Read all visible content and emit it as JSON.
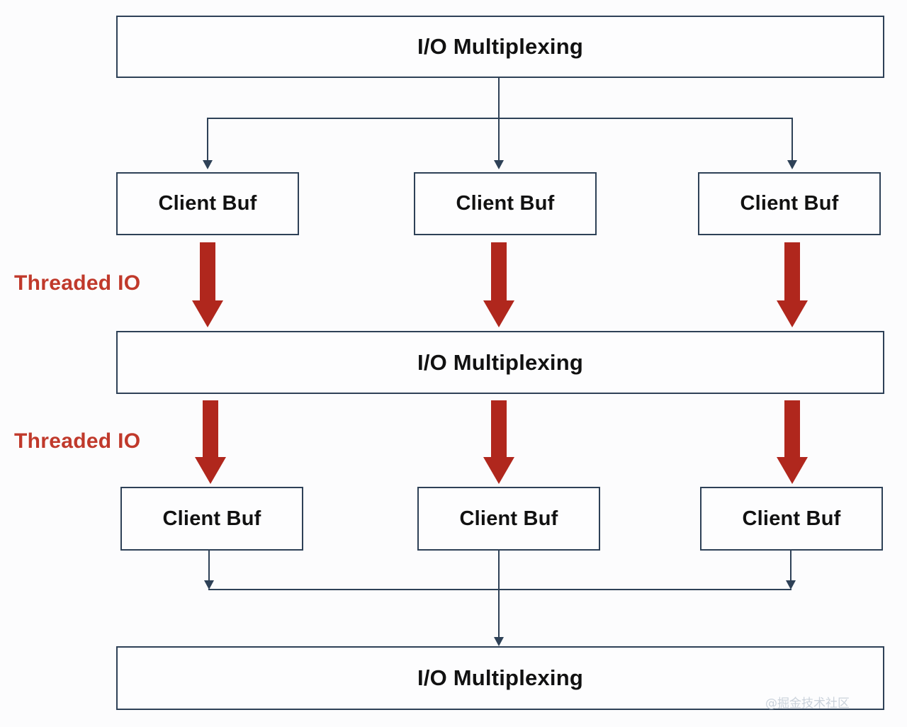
{
  "diagram": {
    "title_text": "I/O Multiplexing",
    "nodes": {
      "io_top": {
        "label": "I/O Multiplexing"
      },
      "io_middle": {
        "label": "I/O Multiplexing"
      },
      "io_bottom": {
        "label": "I/O Multiplexing"
      },
      "client_buf_row1": [
        {
          "label": "Client Buf"
        },
        {
          "label": "Client Buf"
        },
        {
          "label": "Client Buf"
        }
      ],
      "client_buf_row2": [
        {
          "label": "Client Buf"
        },
        {
          "label": "Client Buf"
        },
        {
          "label": "Client Buf"
        }
      ]
    },
    "side_labels": [
      {
        "label": "Threaded IO"
      },
      {
        "label": "Threaded IO"
      }
    ],
    "watermark": {
      "text": "@掘金技术社区"
    },
    "colors": {
      "box_border": "#2e4157",
      "box_fill": "#fdfdfe",
      "connector": "#2e4157",
      "red_arrow": "#b0271d",
      "side_label": "#c0392b",
      "text": "#111111",
      "background": "#fcfcfd",
      "watermark": "#b9c4d0"
    }
  }
}
